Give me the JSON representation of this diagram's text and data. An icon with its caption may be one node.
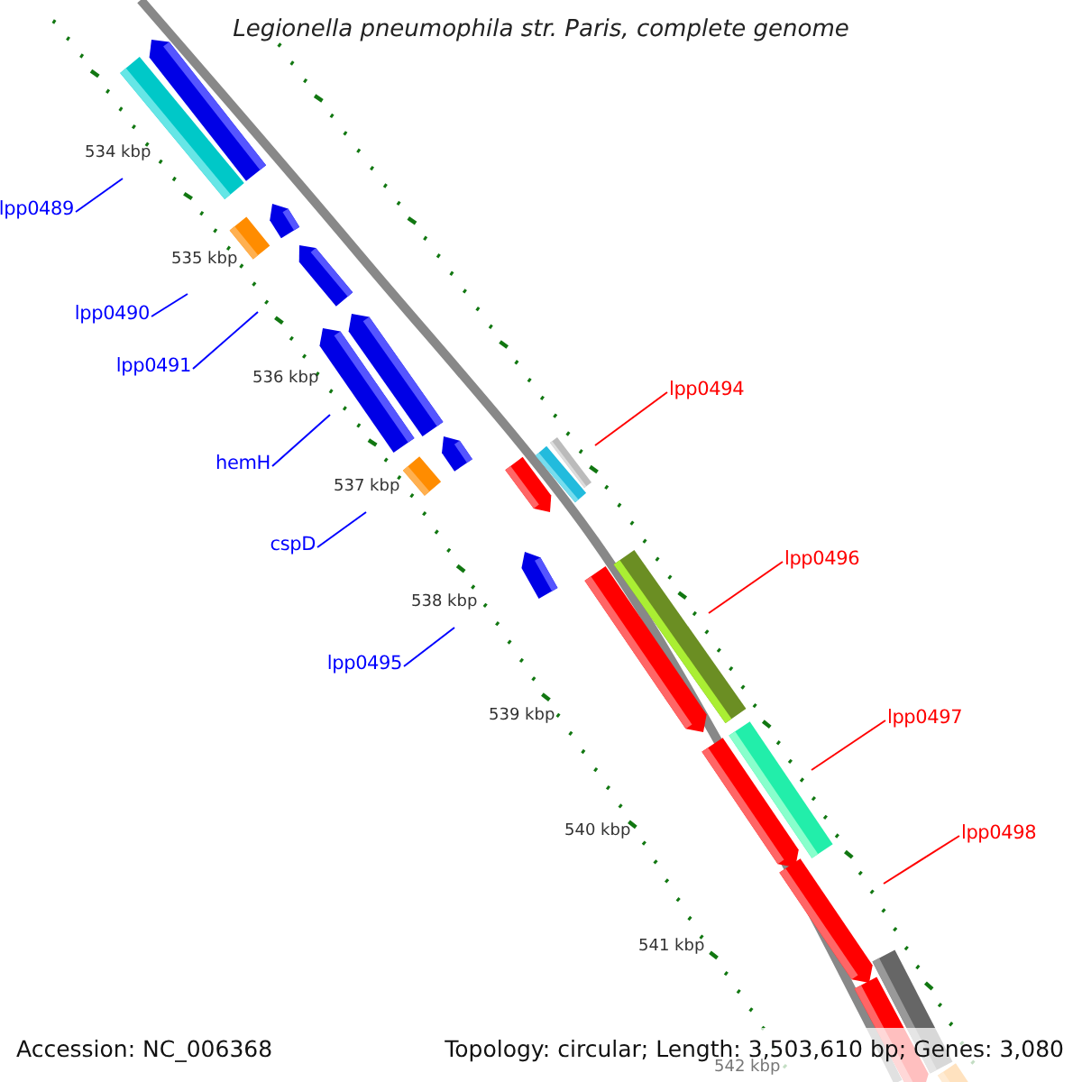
{
  "diagram": {
    "title": "Legionella pneumophila str. Paris, complete genome",
    "nodes": [
      {
        "text": [
          "lpp0489"
        ]
      },
      {
        "text": [
          "lpp0490"
        ]
      },
      {
        "text": [
          "lpp0491"
        ]
      },
      {
        "text": [
          "lpp0494"
        ]
      },
      {
        "text": [
          "hemH"
        ]
      },
      {
        "text": [
          "cspD"
        ]
      },
      {
        "text": [
          "lpp0496"
        ]
      },
      {
        "text": [
          "lpp0495"
        ]
      },
      {
        "text": [
          "lpp0497"
        ]
      },
      {
        "text": [
          "lpp0498"
        ]
      }
    ],
    "edges": [
      {
        "from": 0,
        "to": null,
        "arrow": "none"
      },
      {
        "from": 1,
        "to": null,
        "arrow": "none"
      },
      {
        "from": 2,
        "to": null,
        "arrow": "none"
      },
      {
        "from": 3,
        "to": null,
        "arrow": "none",
        "color": "#ff0000"
      },
      {
        "from": 4,
        "to": null,
        "arrow": "none"
      },
      {
        "from": 5,
        "to": null,
        "arrow": "none"
      },
      {
        "from": 6,
        "to": null,
        "arrow": "none",
        "color": "#ff0000"
      },
      {
        "from": 7,
        "to": null,
        "arrow": "none"
      },
      {
        "from": 8,
        "to": null,
        "arrow": "none",
        "color": "#ff0000"
      },
      {
        "from": 9,
        "to": null,
        "arrow": "none",
        "color": "#ff0000"
      }
    ],
    "labels": [
      "534 kbp",
      "535 kbp",
      "536 kbp",
      "537 kbp",
      "538 kbp",
      "539 kbp",
      "540 kbp",
      "541 kbp",
      "Accession: NC_006368",
      "Topology: circular; Length: 3,503,610 bp; Genes: 3,080",
      "542 kbp"
    ]
  }
}
